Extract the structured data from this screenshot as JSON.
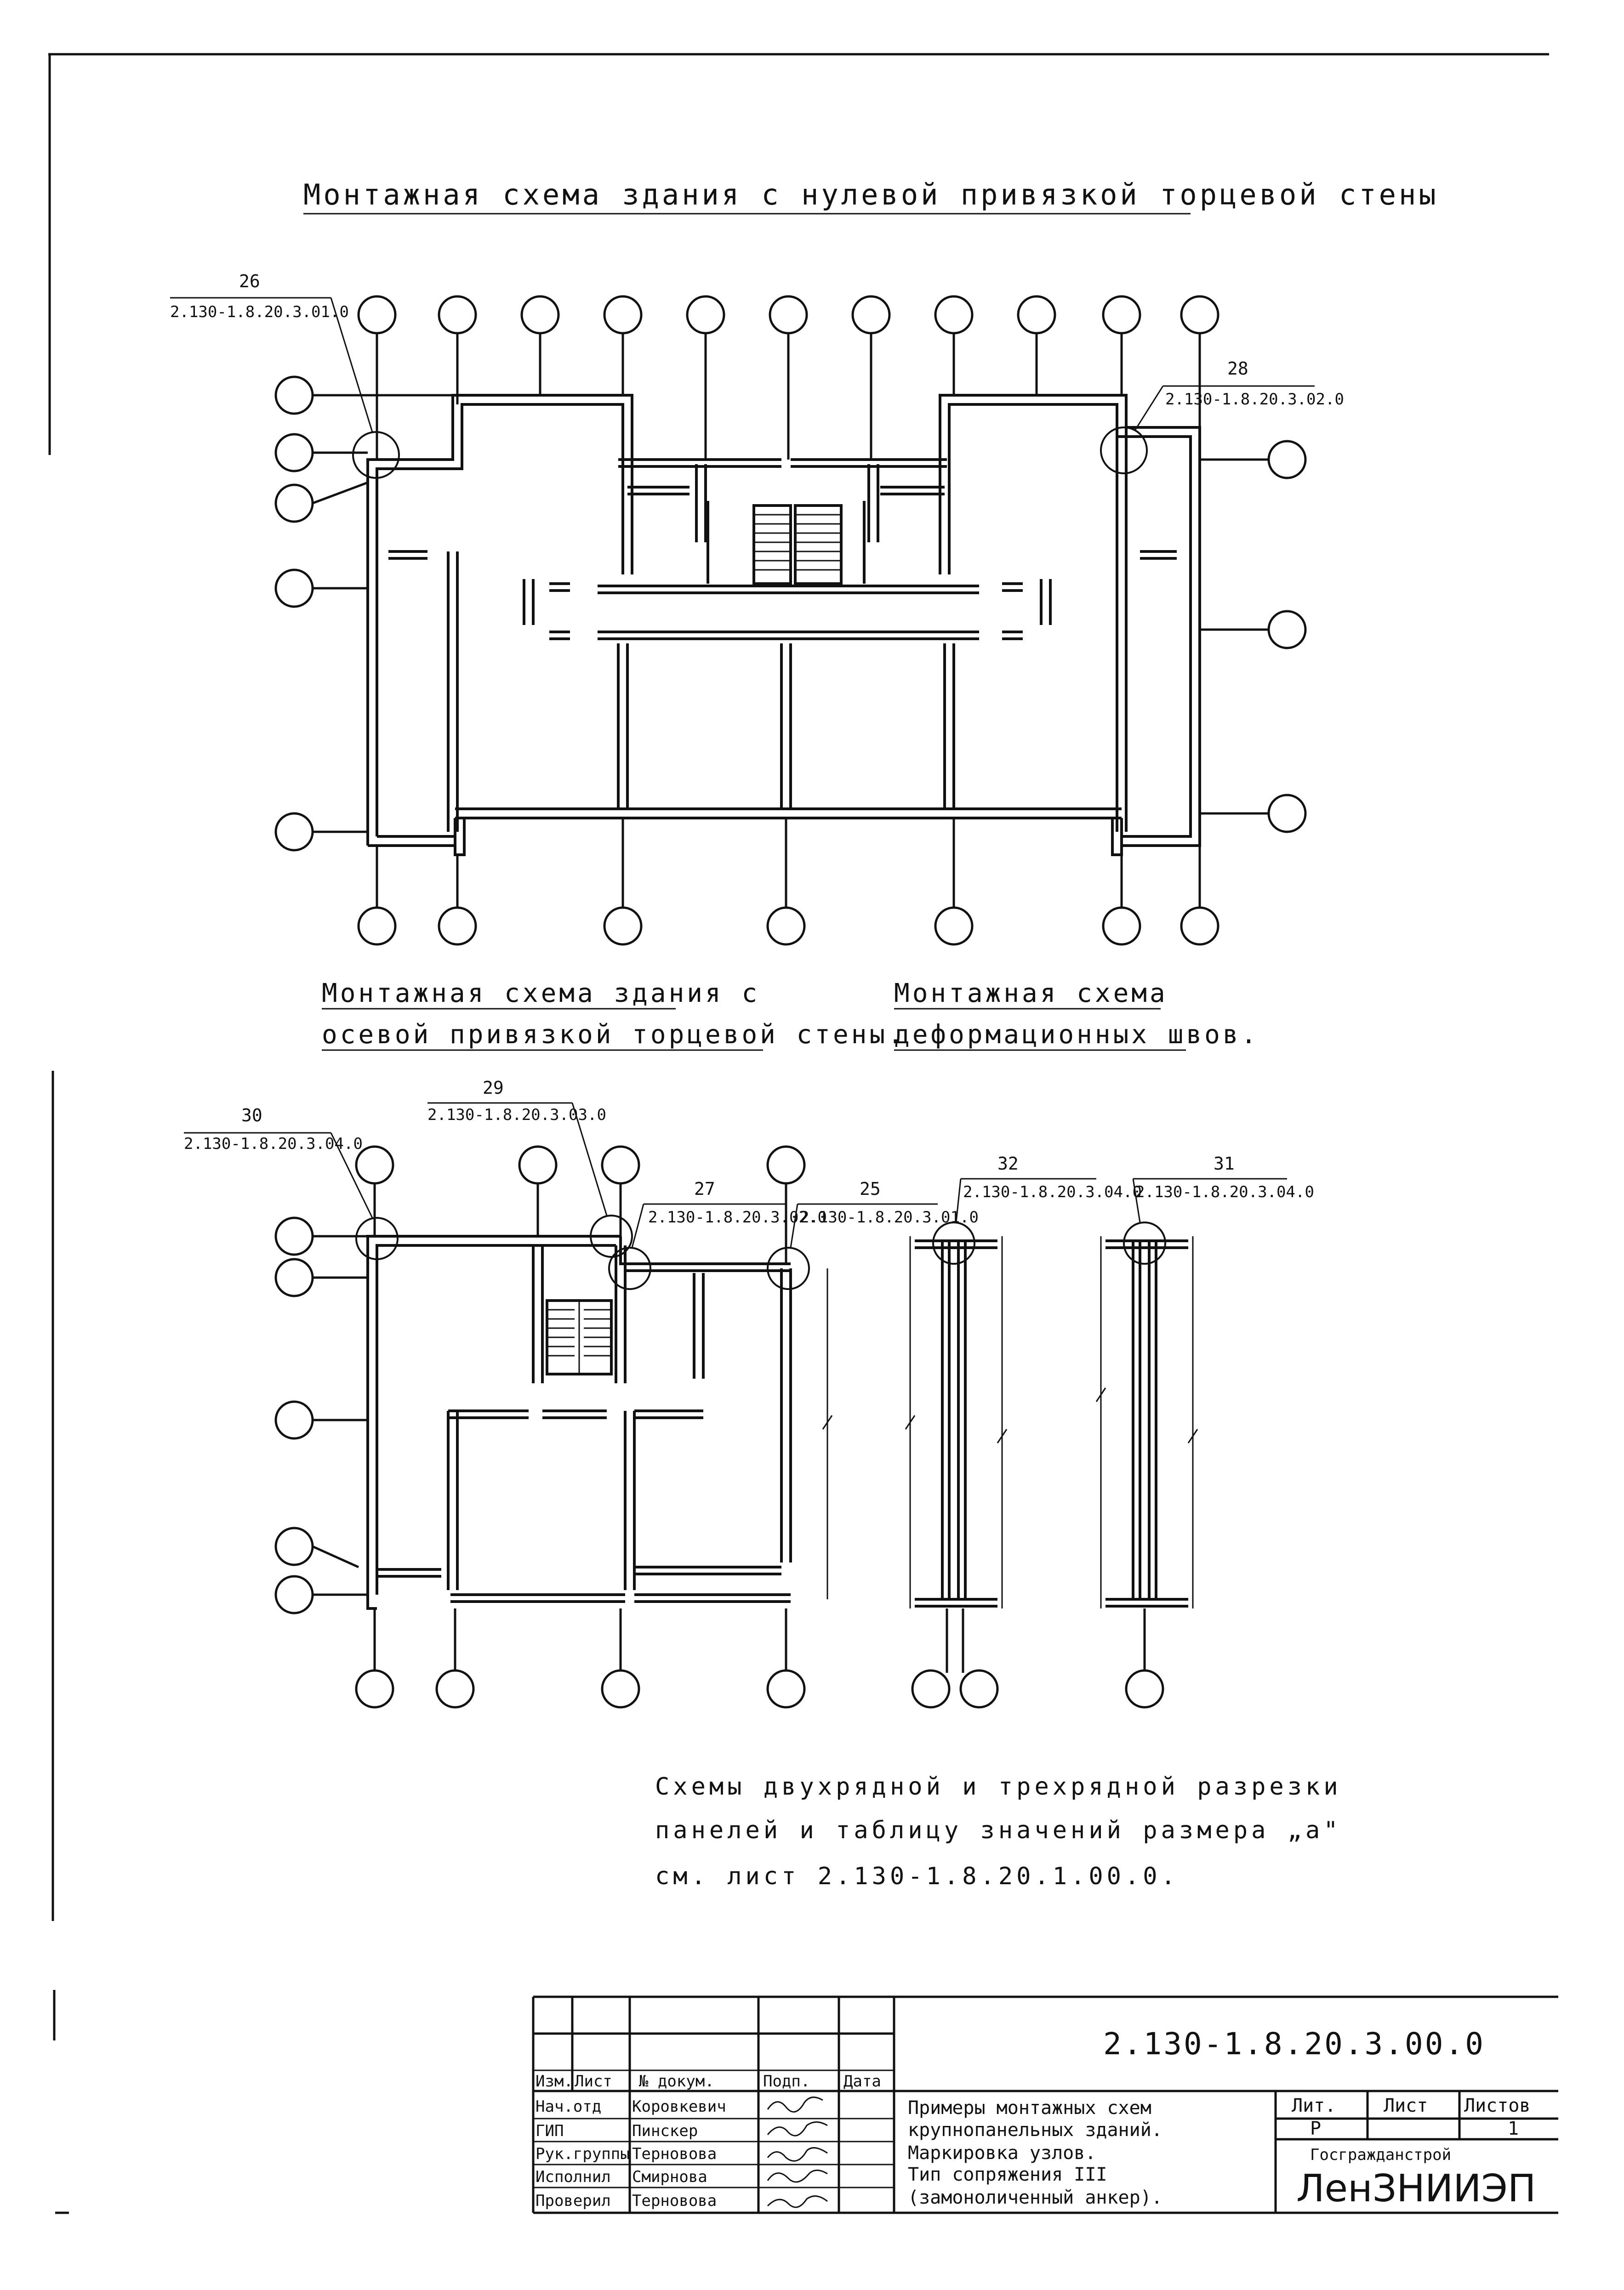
{
  "titles": {
    "scheme_zero": "Монтажная схема здания с нулевой привязкой торцевой стены",
    "scheme_axial_1": "Монтажная схема здания с",
    "scheme_axial_2": "осевой привязкой торцевой стены.",
    "scheme_joints_1": "Монтажная схема",
    "scheme_joints_2": "деформационных швов."
  },
  "callouts": [
    {
      "num": "26",
      "code": "2.130-1.8.20.3.01.0"
    },
    {
      "num": "28",
      "code": "2.130-1.8.20.3.02.0"
    },
    {
      "num": "30",
      "code": "2.130-1.8.20.3.04.0"
    },
    {
      "num": "29",
      "code": "2.130-1.8.20.3.03.0"
    },
    {
      "num": "27",
      "code": "2.130-1.8.20.3.02.0"
    },
    {
      "num": "25",
      "code": "2.130-1.8.20.3.01.0"
    },
    {
      "num": "32",
      "code": "2.130-1.8.20.3.04.0"
    },
    {
      "num": "31",
      "code": "2.130-1.8.20.3.04.0"
    }
  ],
  "note": {
    "line1": "Схемы двухрядной и трехрядной разрезки",
    "line2": "панелей и таблицу значений размера „а\"",
    "line3": "см. лист 2.130-1.8.20.1.00.0."
  },
  "title_block": {
    "code": "2.130-1.8.20.3.00.0",
    "headers": [
      "Изм.",
      "Лист",
      "№ докум.",
      "Подп.",
      "Дата"
    ],
    "roles": [
      {
        "role": "Нач.отд",
        "name": "Коровкевич"
      },
      {
        "role": "ГИП",
        "name": "Пинскер"
      },
      {
        "role": "Рук.группы",
        "name": "Терновова"
      },
      {
        "role": "Исполнил",
        "name": "Смирнова"
      },
      {
        "role": "Проверил",
        "name": "Терновова"
      }
    ],
    "description": [
      "Примеры монтажных схем",
      "крупнопанельных зданий.",
      "Маркировка узлов.",
      "Тип сопряжения III",
      "(замоноличенный анкер)."
    ],
    "stage_headers": [
      "Лит.",
      "Лист",
      "Листов"
    ],
    "stage_values": [
      "Р",
      "",
      "1"
    ],
    "org1": "Госгражданстрой",
    "org2": "ЛенЗНИИЭП"
  }
}
